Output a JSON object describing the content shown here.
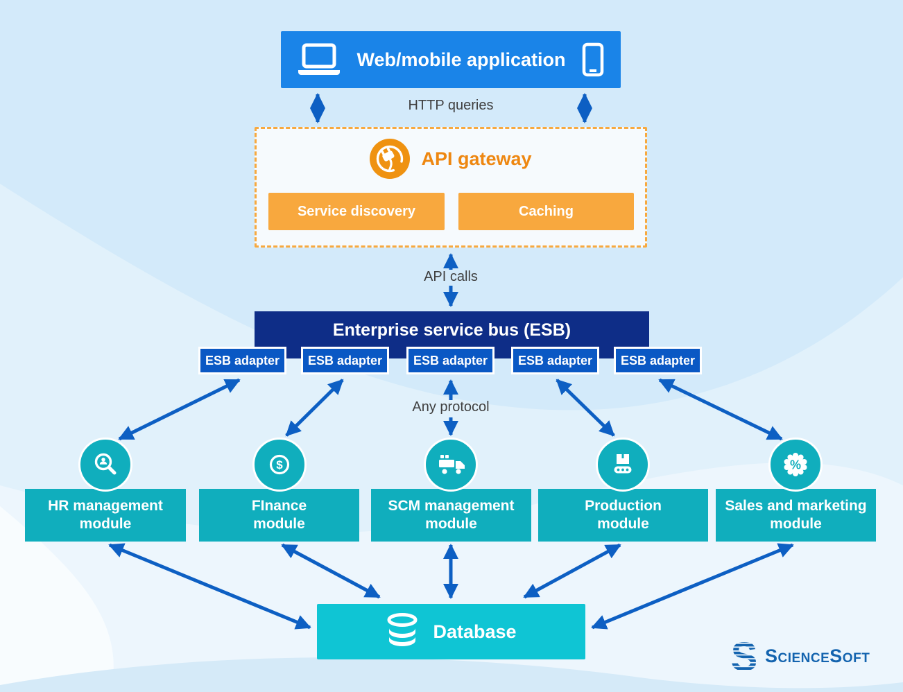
{
  "web_app": {
    "label": "Web/mobile application"
  },
  "connection_labels": {
    "http_queries": "HTTP queries",
    "api_calls": "API calls",
    "any_protocol": "Any protocol"
  },
  "api_gateway": {
    "title": "API gateway",
    "services": [
      {
        "label": "Service discovery"
      },
      {
        "label": "Caching"
      }
    ]
  },
  "esb": {
    "label": "Enterprise service bus (ESB)",
    "adapters": [
      {
        "label": "ESB adapter"
      },
      {
        "label": "ESB adapter"
      },
      {
        "label": "ESB adapter"
      },
      {
        "label": "ESB adapter"
      },
      {
        "label": "ESB adapter"
      }
    ]
  },
  "modules": [
    {
      "line1": "HR management",
      "line2": "module",
      "icon": "person-search-icon"
    },
    {
      "line1": "FInance",
      "line2": "module",
      "icon": "dollar-icon"
    },
    {
      "line1": "SCM management",
      "line2": "module",
      "icon": "delivery-truck-icon"
    },
    {
      "line1": "Production",
      "line2": "module",
      "icon": "conveyor-package-icon"
    },
    {
      "line1": "Sales and marketing",
      "line2": "module",
      "icon": "percent-badge-icon"
    }
  ],
  "database": {
    "label": "Database"
  },
  "branding": {
    "logo_text_1": "Science",
    "logo_text_2": "Soft"
  },
  "colors": {
    "app_blue": "#1a84e8",
    "arrow_blue": "#0d5fc3",
    "esb_navy": "#0e2d87",
    "adapter_blue": "#0a58c4",
    "gateway_orange_border": "#f7a93f",
    "gateway_orange_button": "#f8a83e",
    "gateway_orange_text": "#ee8711",
    "module_teal": "#10aebd",
    "database_cyan": "#0fc5d4",
    "label_gray": "#3f3f3f",
    "logo_blue": "#1464af",
    "background_light_blue": "#d3eafa"
  }
}
